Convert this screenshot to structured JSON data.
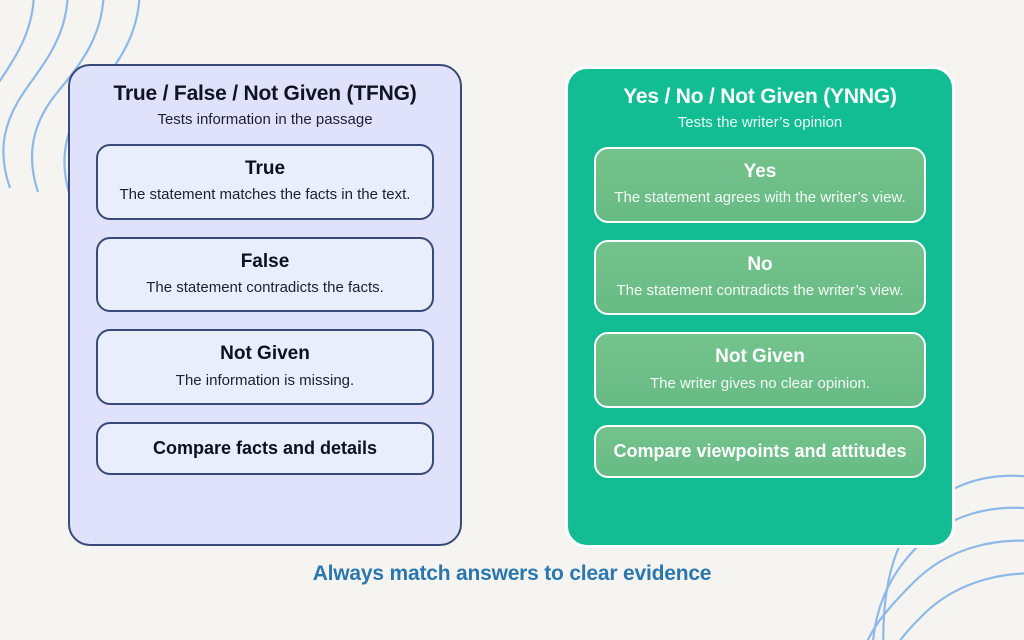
{
  "background_color": "#f5f4f1",
  "panels": [
    {
      "id": "tfng",
      "title": "True / False / Not Given (TFNG)",
      "subtitle": "Tests information in the passage",
      "accent_color": "#dfe2fa",
      "border_color": "#3a4a78",
      "cards": [
        {
          "term": "True",
          "desc": "The statement matches the facts in the text."
        },
        {
          "term": "False",
          "desc": "The statement contradicts the facts."
        },
        {
          "term": "Not Given",
          "desc": "The information is missing."
        }
      ],
      "summary": "Compare facts and details"
    },
    {
      "id": "ynng",
      "title": "Yes / No / Not Given (YNNG)",
      "subtitle": "Tests the writer’s opinion",
      "accent_color": "#12bd94",
      "border_color": "#ffffff",
      "cards": [
        {
          "term": "Yes",
          "desc": "The statement agrees with the writer’s view."
        },
        {
          "term": "No",
          "desc": "The statement contradicts the writer’s view."
        },
        {
          "term": "Not Given",
          "desc": "The writer gives no clear opinion."
        }
      ],
      "summary": "Compare viewpoints and attitudes"
    }
  ],
  "footer": {
    "note": "Always match answers to clear evidence",
    "color": "#2a77ad"
  },
  "decoration": {
    "line_color": "#8cb9e8",
    "top_left": "wavy-lines-decoration",
    "bottom_right": "wavy-lines-decoration"
  }
}
